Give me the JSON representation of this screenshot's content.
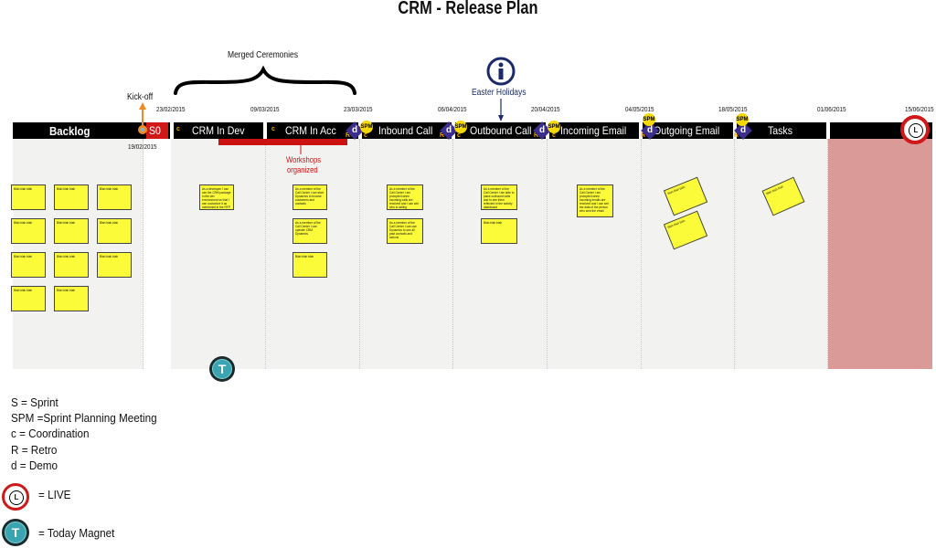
{
  "title": "CRM - Release Plan",
  "annotations": {
    "merged_ceremonies": "Merged Ceremonies",
    "kickoff": "Kick-off",
    "easter": "Easter Holidays",
    "workshops_line1": "Workshops",
    "workshops_line2": "organized"
  },
  "dates": {
    "d1902": "19/02/2015",
    "d2302": "23/02/2015",
    "d0903": "09/03/2015",
    "d2303": "23/03/2015",
    "d0604": "06/04/2015",
    "d2004": "20/04/2015",
    "d0405": "04/05/2015",
    "d1805": "18/05/2015",
    "d0106": "01/06/2015",
    "d1506": "15/06/2015"
  },
  "sprints": {
    "backlog": "Backlog",
    "s0": "S0",
    "crm_in_dev": "CRM In Dev",
    "crm_in_acc": "CRM In Acc",
    "inbound_call": "Inbound Call",
    "outbound_call": "Outbound Call",
    "incoming_email": "Incoming Email",
    "outgoing_email": "Outgoing Email",
    "tasks": "Tasks"
  },
  "markers": {
    "c": "c",
    "r": "R",
    "d": "d",
    "spm": "SPM",
    "live": "L",
    "today": "T"
  },
  "notes": {
    "generic": "Blah blah blah",
    "crm_dev": "As a developer I can use the CRM package in the dev environment so that I can customize it as mentioned in the RFP",
    "crm_acc1": "As a member of the Call Center I can start Dynamics to browse customers and contacts",
    "crm_acc2": "As a member of the Call Center I can operate CRM Dynamics",
    "inbound1": "As a member of the Call Center I am prompted when incoming calls are received and I can see who is calling",
    "inbound2": "As a member of the Call Center I can use Dynamics to see all past contacts and actions",
    "outbound1": "As a member of the Call Center I am able to place outbound calls and to see them reflected in the activity dashboard",
    "incoming1": "As a member of the Call Center I am prompted when incoming emails are received and I can see the data of the person who sent the email"
  },
  "legend": {
    "s": "S = Sprint",
    "spm": "SPM =Sprint Planning Meeting",
    "c": "c = Coordination",
    "r": "R = Retro",
    "d": "d = Demo",
    "live": "= LIVE",
    "today": "= Today Magnet"
  },
  "colors": {
    "bar": "#000000",
    "live_lane": "#d99a98",
    "sticky": "#fbfb3a",
    "demo": "#3b2e8c",
    "spm": "#f5d800",
    "workshop": "#cc1111",
    "info": "#1b2a6b"
  }
}
